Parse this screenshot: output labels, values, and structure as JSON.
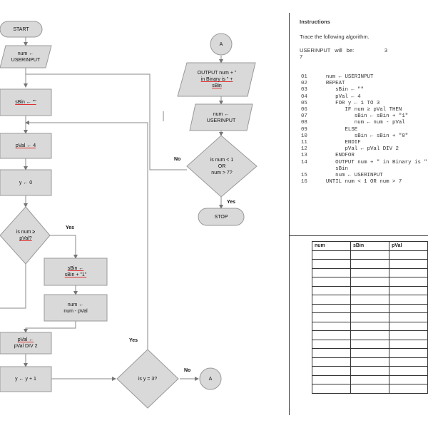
{
  "flowchart": {
    "start": "START",
    "input1": [
      "num ←",
      "USERINPUT"
    ],
    "init_bin": "sBin ← \"\"",
    "init_pval": "pVal ← 4",
    "init_y": "y ← 0",
    "decision_ge": [
      "is num ≥",
      "pVal?"
    ],
    "append_one": [
      "sBin ←",
      "sBin + \"1\""
    ],
    "subtract": [
      "num ←",
      "num - pVal"
    ],
    "div_pval": [
      "pVal ←",
      "pVal DIV 2"
    ],
    "inc_y": "y ← y + 1",
    "decision_y": "is y = 3?",
    "connector": "A",
    "connector_top": "A",
    "output": [
      "OUTPUT num + \"",
      "in Binary is \" +",
      "sBin"
    ],
    "input2": [
      "num ←",
      "USERINPUT"
    ],
    "decision_stop": [
      "is num < 1",
      "OR",
      "num > 7?"
    ],
    "stop": "STOP",
    "yes": "Yes",
    "no": "No"
  },
  "instructions": {
    "title": "Instructions",
    "line1": "Trace the following algorithm.",
    "userinput_label": "USERINPUT will be:",
    "userinput_values": [
      "3",
      "7"
    ]
  },
  "code": [
    {
      "ln": "01",
      "text": "  num ← USERINPUT"
    },
    {
      "ln": "02",
      "text": "  REPEAT"
    },
    {
      "ln": "03",
      "text": "     sBin ← \"\""
    },
    {
      "ln": "04",
      "text": "     pVal ← 4"
    },
    {
      "ln": "05",
      "text": "     FOR y ← 1 TO 3"
    },
    {
      "ln": "06",
      "text": "        IF num ≥ pVal THEN"
    },
    {
      "ln": "07",
      "text": "           sBin ← sBin + \"1\""
    },
    {
      "ln": "08",
      "text": "           num ← num - pVal"
    },
    {
      "ln": "09",
      "text": "        ELSE"
    },
    {
      "ln": "10",
      "text": "           sBin ← sBin + \"0\""
    },
    {
      "ln": "11",
      "text": "        ENDIF"
    },
    {
      "ln": "12",
      "text": "        pVal ← pVal DIV 2"
    },
    {
      "ln": "13",
      "text": "     ENDFOR"
    },
    {
      "ln": "14",
      "text": "     OUTPUT num + \" in Binary is \" +"
    },
    {
      "ln": "",
      "text": "     sBin"
    },
    {
      "ln": "15",
      "text": "     num ← USERINPUT"
    },
    {
      "ln": "16",
      "text": "  UNTIL num < 1 OR num > 7"
    }
  ],
  "trace_table": {
    "headers": [
      "num",
      "sBin",
      "pVal"
    ],
    "row_count": 16
  }
}
